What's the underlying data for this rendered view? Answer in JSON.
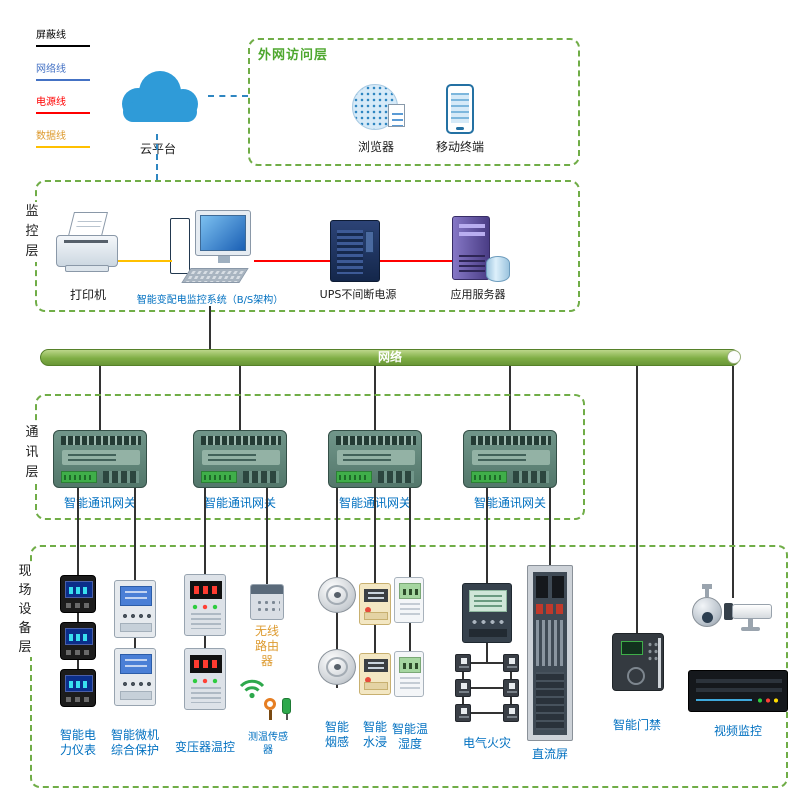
{
  "palette": {
    "layer_border_green": "#70ad47",
    "layer_title_green": "#4ea72e",
    "label_blue": "#0070c0",
    "label_orange": "#dd9a2e",
    "network_bar_green": "#7fae45",
    "shield_line": "#000000",
    "network_line": "#4472c4",
    "power_line": "#ff0000",
    "data_line": "#ffc000",
    "dashed_link_blue": "#2e86c1"
  },
  "legend": {
    "items": [
      {
        "name": "shield-line",
        "label": "屏蔽线",
        "color": "#000000"
      },
      {
        "name": "network-line",
        "label": "网络线",
        "color": "#4472c4"
      },
      {
        "name": "power-line",
        "label": "电源线",
        "color": "#ff0000"
      },
      {
        "name": "data-line",
        "label": "数据线",
        "color": "#ffc000"
      }
    ]
  },
  "external_layer": {
    "title": "外网访问层",
    "cloud_label": "云平台",
    "browser_label": "浏览器",
    "mobile_label": "移动终端"
  },
  "monitoring_layer": {
    "title": "监控层",
    "printer_label": "打印机",
    "workstation_label": "智能变配电监控系统（B/S架构）",
    "ups_label": "UPS不间断电源",
    "server_label": "应用服务器"
  },
  "network_bar": {
    "label": "网络"
  },
  "comm_layer": {
    "title": "通讯层",
    "gateways": [
      {
        "label": "智能通讯网关"
      },
      {
        "label": "智能通讯网关"
      },
      {
        "label": "智能通讯网关"
      },
      {
        "label": "智能通讯网关"
      }
    ]
  },
  "field_layer": {
    "title": "现场设备层",
    "devices": {
      "power_meter": "智能电力仪表",
      "protection": "智能微机综合保护",
      "transformer_temp": "变压器温控",
      "wireless_router": "无线路由器",
      "temp_sensor": "测温传感器",
      "smoke": "智能烟感",
      "water": "智能水浸",
      "temp_humidity": "智能温湿度",
      "electrical_fire": "电气火灾",
      "dc_panel": "直流屏",
      "access_control": "智能门禁",
      "video": "视频监控"
    }
  }
}
